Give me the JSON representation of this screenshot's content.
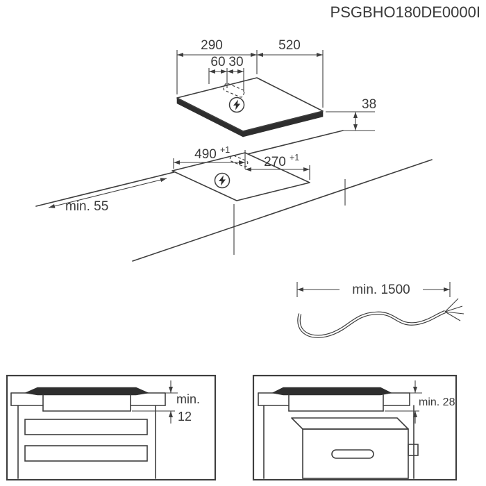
{
  "header": {
    "model_code": "PSGBHO180DE0000I"
  },
  "hob": {
    "width_mm": "290",
    "length_mm": "520",
    "connection_offset_a": "60",
    "connection_offset_b": "30",
    "height_mm": "38",
    "power_icon": "lightning-bolt-in-circle"
  },
  "cutout": {
    "length_mm": "490",
    "length_tolerance": "+1",
    "width_mm": "270",
    "width_tolerance": "+1",
    "edge_clearance": "min. 55"
  },
  "cable": {
    "min_length_label": "min. 1500"
  },
  "install_drawer": {
    "clearance_min_label": "min.",
    "clearance_value": "12"
  },
  "install_oven": {
    "clearance_label": "min. 28"
  },
  "colors": {
    "line": "#3e3e3e",
    "background": "#ffffff"
  }
}
